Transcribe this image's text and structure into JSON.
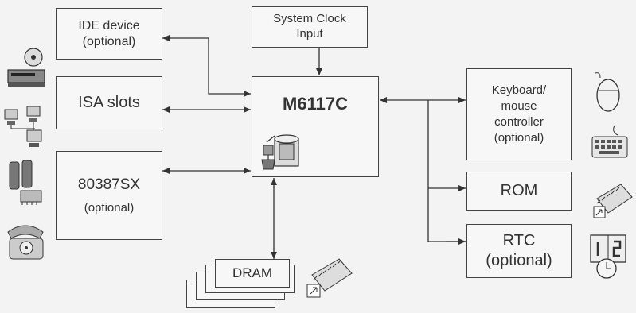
{
  "diagram": {
    "center_chip": {
      "title": "M6117C"
    },
    "clock": {
      "line1": "System Clock",
      "line2": "Input"
    },
    "left": {
      "ide": {
        "line1": "IDE device",
        "line2": "(optional)"
      },
      "isa": {
        "line1": "ISA slots"
      },
      "fpu": {
        "line1": "80387SX",
        "line2": "(optional)"
      }
    },
    "bottom": {
      "dram": {
        "label": "DRAM"
      }
    },
    "right": {
      "kbc": {
        "line1": "Keyboard/",
        "line2": "mouse",
        "line3": "controller",
        "line4": "(optional)"
      },
      "rom": {
        "line1": "ROM"
      },
      "rtc": {
        "line1": "RTC",
        "line2": "(optional)"
      }
    },
    "icons": [
      "disk-drive-icon",
      "network-computers-icon",
      "cpu-chips-icon",
      "telephone-icon",
      "mouse-icon",
      "keyboard-icon",
      "memory-chip-icon",
      "calendar-clock-icon"
    ],
    "colors": {
      "ink": "#444444",
      "box_fill": "#f7f7f7",
      "background": "#f3f3f3"
    }
  }
}
